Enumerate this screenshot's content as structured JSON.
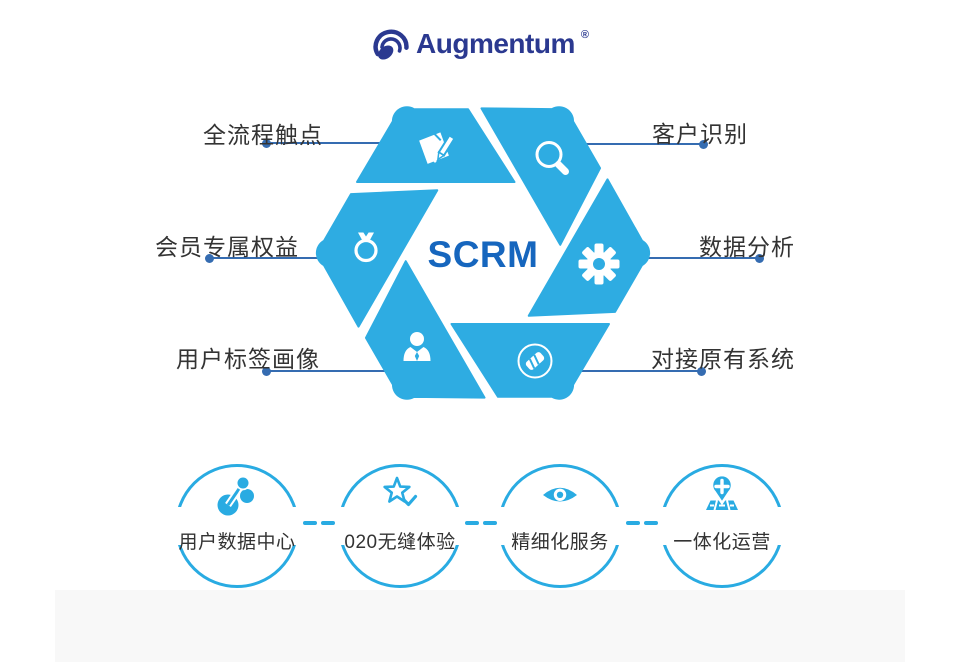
{
  "logo": {
    "text": "Augmentum",
    "registered": "®",
    "icon": "swirl-logo-icon"
  },
  "center": {
    "title": "SCRM"
  },
  "hex_labels": [
    {
      "text": "全流程触点",
      "position": "top-left",
      "icon": "memo-pencil-icon"
    },
    {
      "text": "客户识别",
      "position": "top-right",
      "icon": "magnifier-icon"
    },
    {
      "text": "会员专属权益",
      "position": "middle-left",
      "icon": "ring-icon"
    },
    {
      "text": "数据分析",
      "position": "middle-right",
      "icon": "gear-icon"
    },
    {
      "text": "用户标签画像",
      "position": "bottom-left",
      "icon": "person-icon"
    },
    {
      "text": "对接原有系统",
      "position": "bottom-right",
      "icon": "card-link-icon"
    }
  ],
  "bottom_circles": [
    {
      "text": "用户数据中心",
      "icon": "molecule-icon"
    },
    {
      "text": "020无缝体验",
      "icon": "star-check-icon"
    },
    {
      "text": "精细化服务",
      "icon": "eye-icon"
    },
    {
      "text": "一体化运营",
      "icon": "map-pin-icon"
    }
  ],
  "colors": {
    "aperture_blue": "#2EACE2",
    "accent_blue": "#29ABE2",
    "line_blue": "#356CB1",
    "scrm_blue": "#1666BE",
    "logo_navy": "#2B3990",
    "text_dark": "#333333",
    "footer_band": "#F8F8F8"
  }
}
